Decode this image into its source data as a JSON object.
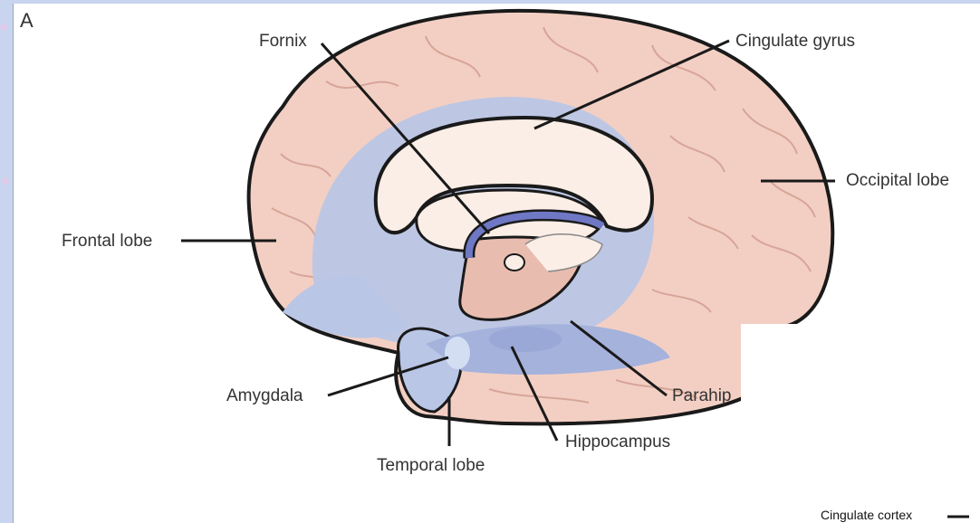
{
  "figure": {
    "panel_letter": "A",
    "colors": {
      "cortex": "#f3cfc3",
      "gyri_line": "#d7a598",
      "limbic": "#b9c6e6",
      "limbic_dark": "#a4b2dc",
      "corpus_callosum": "#fbeee6",
      "fornix": "#6e78c4",
      "thalamus": "#e9bcb0",
      "outline": "#1a1a1a"
    },
    "labels": {
      "fornix": "Fornix",
      "cingulate_gyrus": "Cingulate gyrus",
      "occipital_lobe": "Occipital lobe",
      "frontal_lobe": "Frontal lobe",
      "amygdala": "Amygdala",
      "parahippocampal": "Parahip",
      "hippocampus": "Hippocampus",
      "temporal_lobe": "Temporal lobe",
      "cingulate_cortex": "Cingulate cortex"
    }
  }
}
